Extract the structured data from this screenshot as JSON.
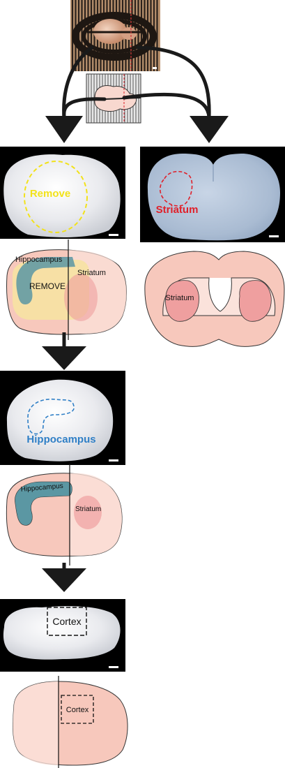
{
  "photos": {
    "remove": {
      "label": "Remove"
    },
    "striatum": {
      "label": "Striatum"
    },
    "hippocampus": {
      "label": "Hippocampus"
    },
    "cortex": {
      "label": "Cortex"
    }
  },
  "schematics": {
    "step1": {
      "hippocampus": "Hippocampus",
      "remove": "REMOVE",
      "striatum": "Striatum"
    },
    "coronal": {
      "striatum": "Striatum"
    },
    "step2": {
      "hippocampus": "Hippocampus",
      "striatum": "Striatum"
    },
    "step3": {
      "cortex": "Cortex"
    }
  },
  "colors": {
    "remove_outline": "#f2e21a",
    "striatum_outline": "#e0202a",
    "hippocampus_outline": "#2f7fc6",
    "tissue_fill": "#f7c8bc",
    "tissue_light": "#fbe2db",
    "striatum_fill": "#ef9f9f",
    "hippocampus_fill": "#5b97a3",
    "remove_fill": "#f6e2a2",
    "arrow": "#1a1a1a"
  }
}
